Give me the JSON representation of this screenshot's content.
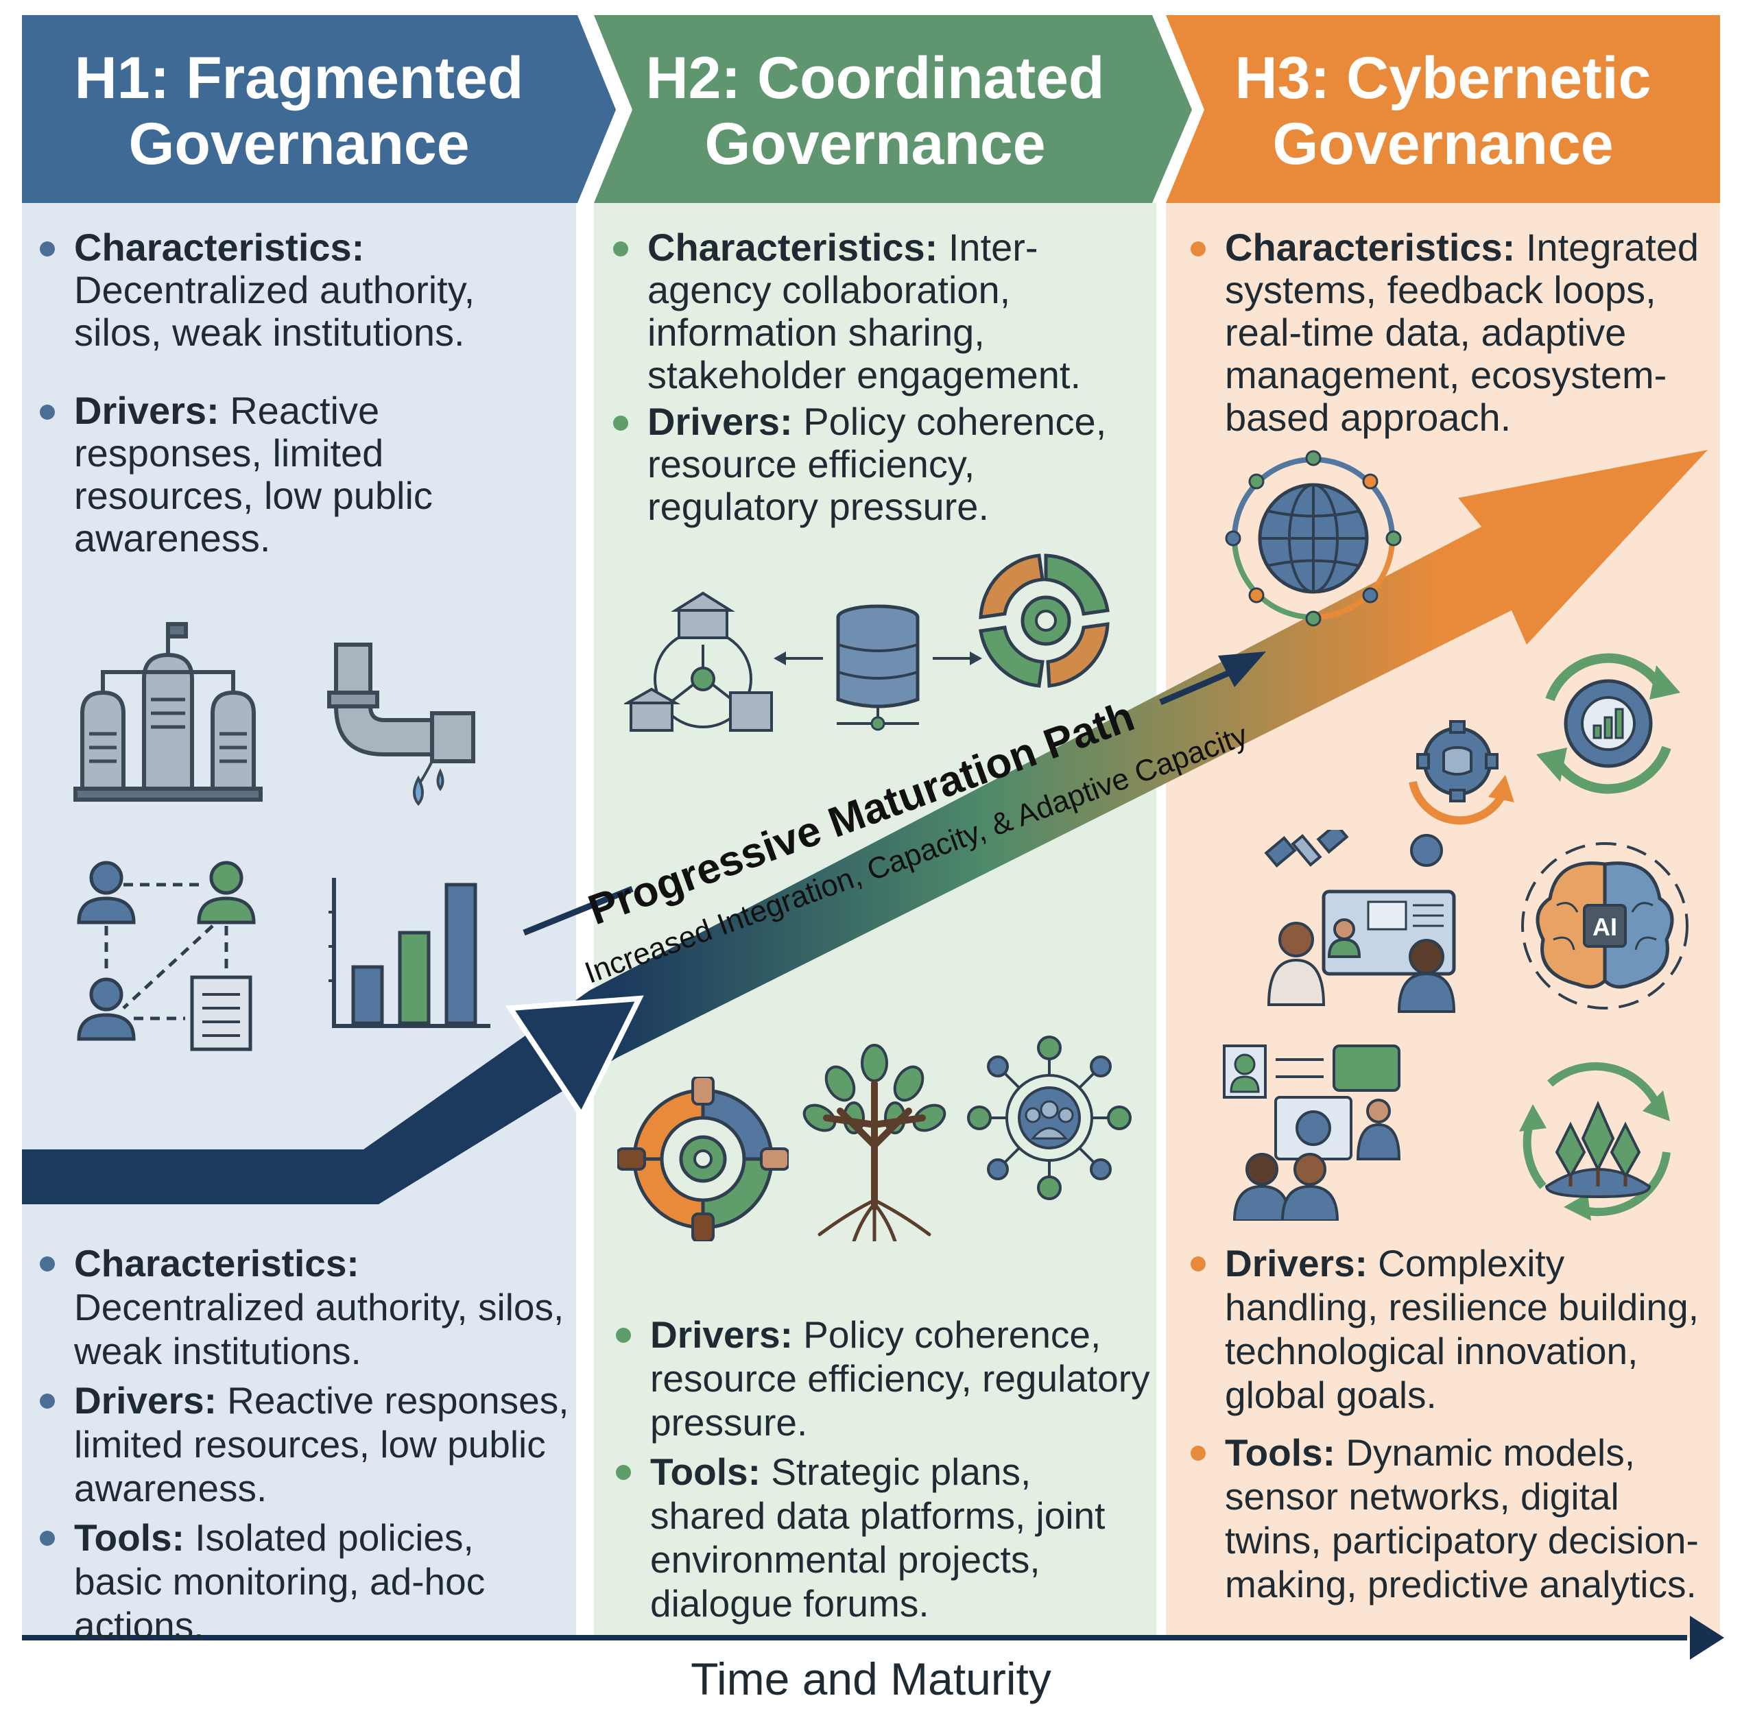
{
  "horizons": [
    {
      "title_line1": "H1: Fragmented",
      "title_line2": "Governance",
      "color": "#3f6a96",
      "top": [
        {
          "label": "Characteristics:",
          "text": "Decentralized authority, silos, weak institutions."
        },
        {
          "label": "Drivers:",
          "text": "Reactive responses, limited resources, low public awareness."
        }
      ],
      "bottom": [
        {
          "label": "Characteristics:",
          "text": "Decentralized authority, silos, weak institutions."
        },
        {
          "label": "Drivers:",
          "text": "Reactive responses, limited resources, low public awareness."
        },
        {
          "label": "Tools:",
          "text": "Isolated policies, basic monitoring, ad-hoc actions."
        }
      ]
    },
    {
      "title_line1": "H2: Coordinated",
      "title_line2": "Governance",
      "color": "#5f9670",
      "top": [
        {
          "label": "Characteristics:",
          "text": "Inter-agency collaboration, information sharing, stakeholder engagement."
        },
        {
          "label": "Drivers:",
          "text": "Policy coherence, resource efficiency, regulatory pressure."
        }
      ],
      "bottom": [
        {
          "label": "Drivers:",
          "text": "Policy coherence, resource efficiency, regulatory pressure."
        },
        {
          "label": "Tools:",
          "text": "Strategic plans, shared data platforms, joint environmental projects, dialogue forums."
        }
      ]
    },
    {
      "title_line1": "H3: Cybernetic",
      "title_line2": "Governance",
      "color": "#e98a3a",
      "top": [
        {
          "label": "Characteristics:",
          "text": "Integrated systems, feedback loops, real-time data, adaptive management, ecosystem-based approach."
        }
      ],
      "bottom": [
        {
          "label": "Drivers:",
          "text": "Complexity handling, resilience building, technological innovation, global goals."
        },
        {
          "label": "Tools:",
          "text": "Dynamic models, sensor networks, digital twins, participatory decision-making, predictive analytics."
        }
      ]
    }
  ],
  "path": {
    "title": "Progressive Maturation Path",
    "subtitle": "Increased Integration, Capacity, & Adaptive Capacity"
  },
  "axis": {
    "label": "Time and Maturity"
  },
  "icons": {
    "h1": [
      "silo-buildings-icon",
      "leaking-pipe-icon",
      "disconnected-people-icon",
      "bar-chart-icon"
    ],
    "h2": [
      "institutions-network-icon",
      "shared-database-icon",
      "collaboration-gear-icon",
      "hands-gear-icon",
      "tree-roots-icon",
      "stakeholder-network-icon"
    ],
    "h3": [
      "globe-network-icon",
      "gear-cycle-icon",
      "analytics-cycle-icon",
      "satellite-dashboard-icon",
      "ai-brain-icon",
      "participatory-meeting-icon",
      "ecosystem-cycle-icon"
    ],
    "letters": {
      "ai": "AI"
    }
  },
  "colors": {
    "h1": "#3f6a96",
    "h2": "#5f9670",
    "h3": "#e98a3a",
    "navy": "#1c3557"
  }
}
